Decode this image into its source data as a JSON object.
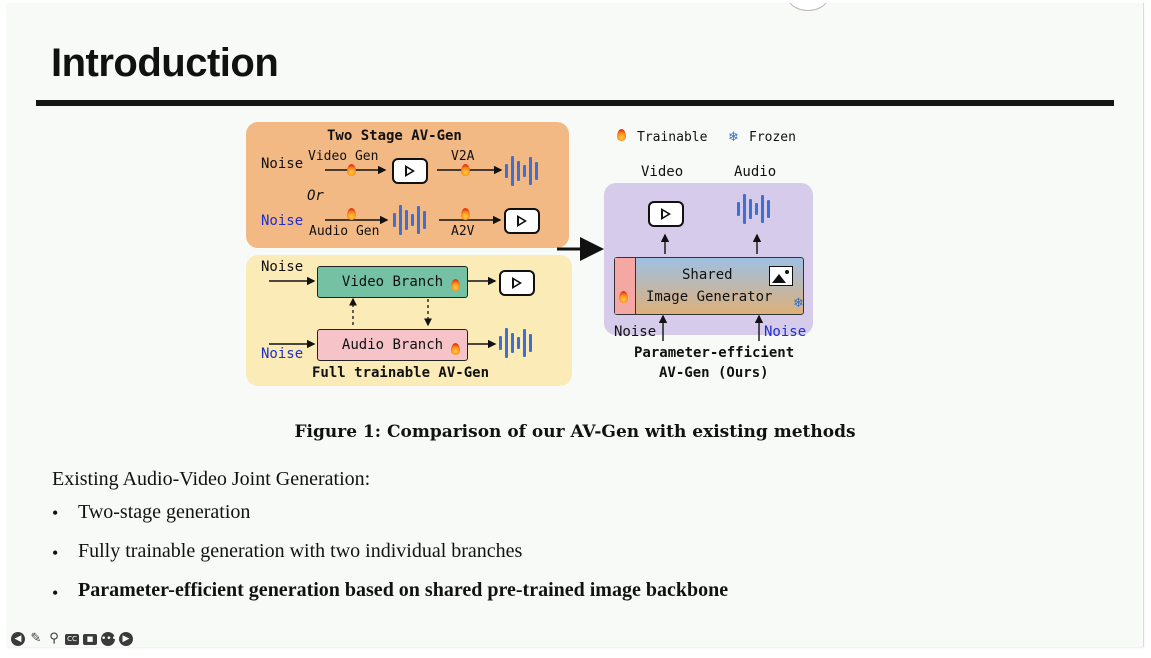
{
  "slide": {
    "title": "Introduction",
    "figure": {
      "two_stage_title": "Two Stage AV-Gen",
      "noise_1": "Noise",
      "video_gen": "Video Gen",
      "v2a": "V2A",
      "or": "Or",
      "noise_2": "Noise",
      "audio_gen": "Audio Gen",
      "a2v": "A2V",
      "noise_3": "Noise",
      "video_branch": "Video Branch",
      "audio_branch": "Audio Branch",
      "noise_4": "Noise",
      "full_trainable": "Full trainable AV-Gen",
      "legend_trainable": "Trainable",
      "legend_frozen": "Frozen",
      "video_label": "Video",
      "audio_label": "Audio",
      "shared_line1": "Shared",
      "shared_line2": "Image Generator",
      "noise_5": "Noise",
      "noise_6": "Noise",
      "pe_line1": "Parameter-efficient",
      "pe_line2": "AV-Gen (Ours)",
      "colors": {
        "noise_blue": "#1f2fc9",
        "wave_blue": "#3f6fd1",
        "orange_box": "#f2b985",
        "yellow_box": "#fbebb6",
        "purple_box": "#d6cbea"
      }
    },
    "caption": "Figure 1: Comparison of our AV-Gen with existing methods",
    "intro_line": "Existing Audio-Video Joint Generation:",
    "bullets": [
      "Two-stage generation",
      "Fully trainable generation with two individual branches",
      "Parameter-efficient generation based on shared pre-trained image backbone"
    ]
  },
  "toolbar": {
    "icons": [
      "back-icon",
      "pen-icon",
      "zoom-icon",
      "captions-icon",
      "camera-icon",
      "more-icon",
      "forward-icon"
    ],
    "captions_label": "CC"
  }
}
